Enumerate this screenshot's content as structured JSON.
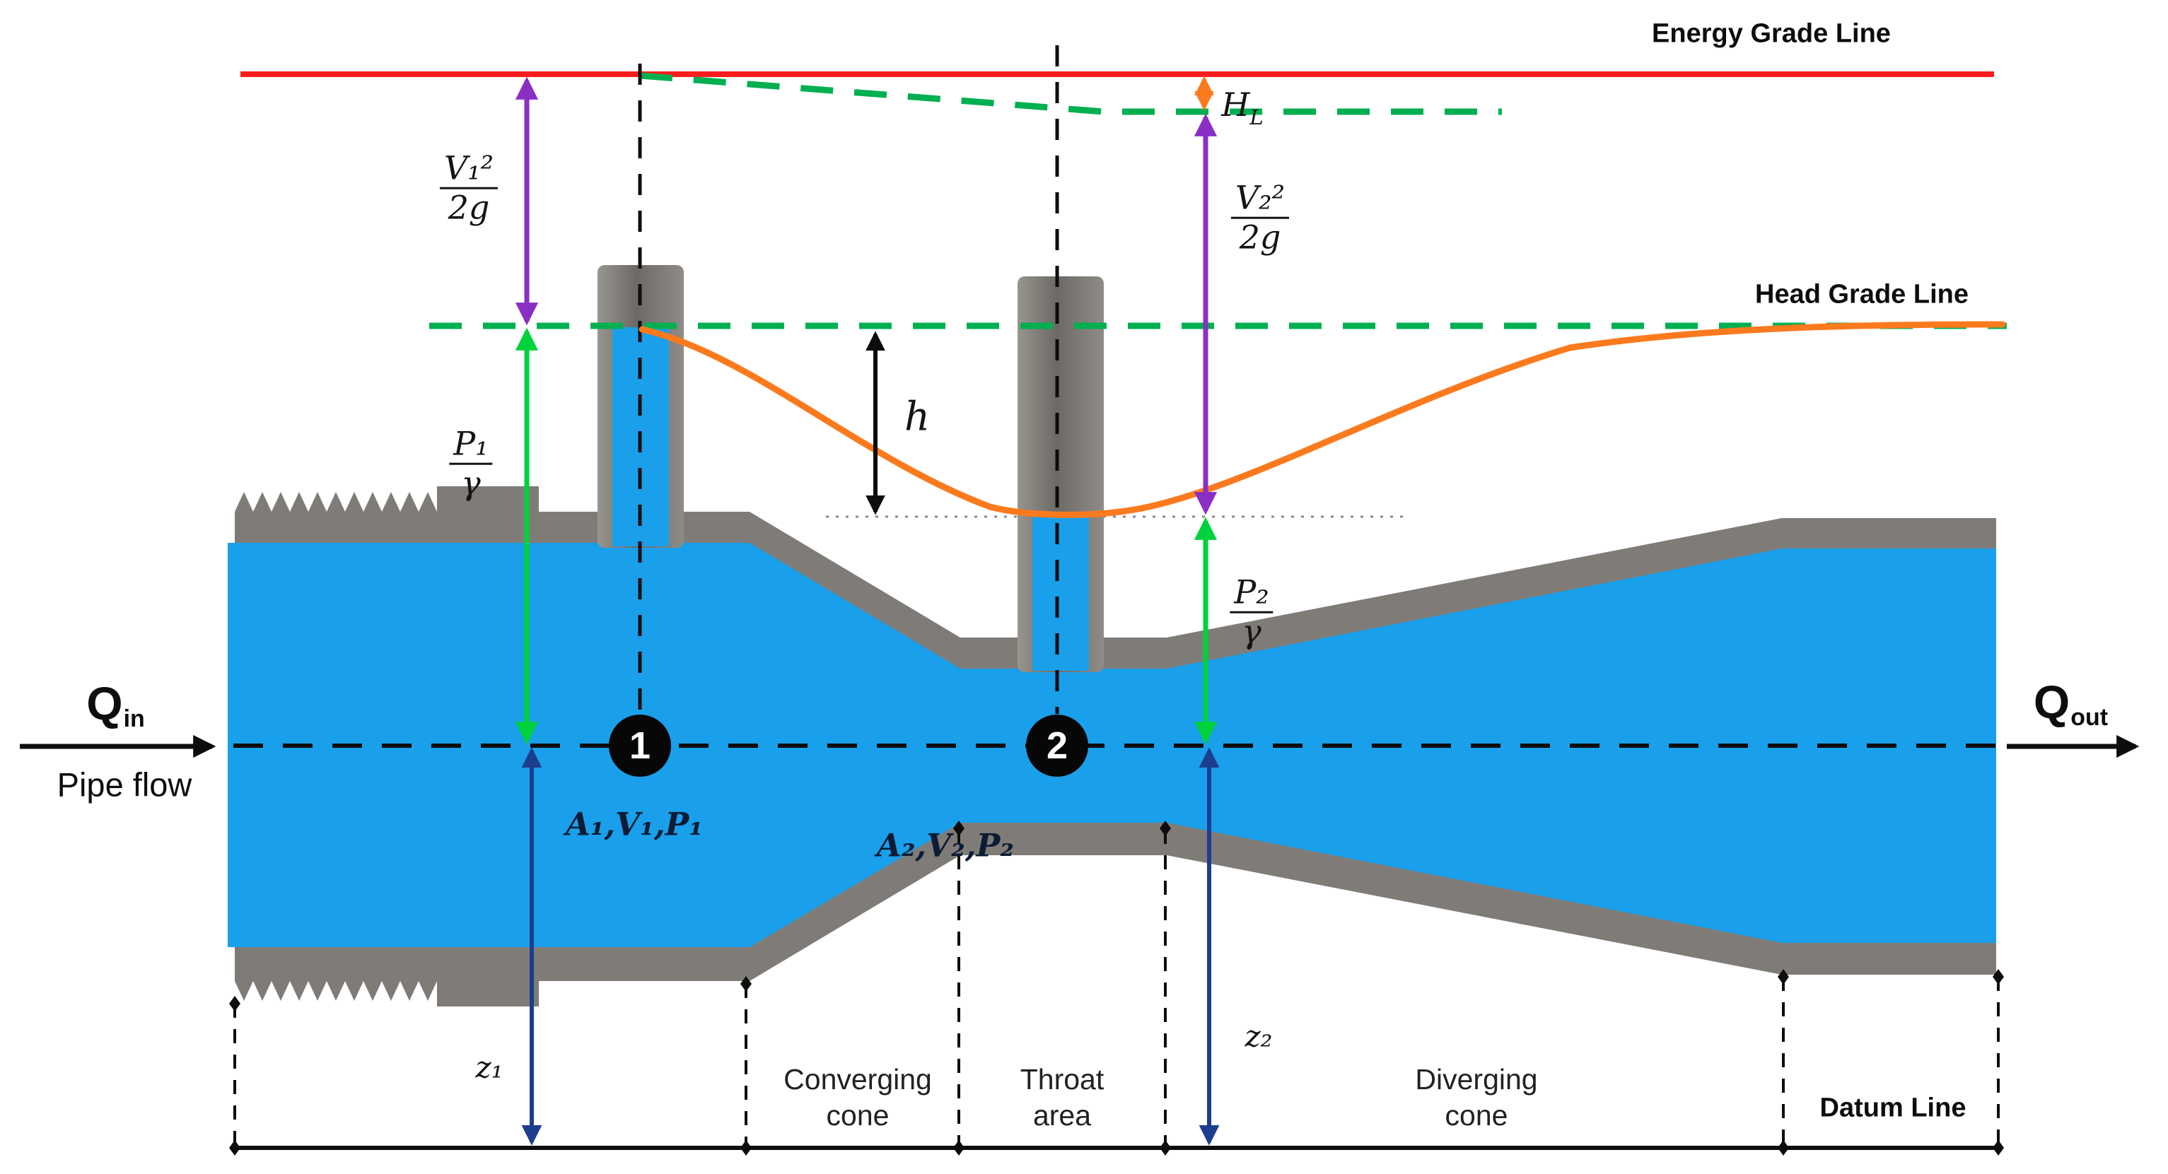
{
  "colors": {
    "egl-red": "#fa1d1d",
    "grade-green": "#00b050",
    "arrow-green": "#00d23c",
    "velocity-purple": "#8a2fc4",
    "elevation-navy": "#1c3e8e",
    "piezo-orange": "#fb7a1e",
    "water-blue": "#1a9fea",
    "pipe-gray": "#7f7c78"
  },
  "grade_lines": {
    "energy": {
      "label": "Energy Grade Line"
    },
    "head": {
      "label": "Head Grade Line"
    },
    "datum": {
      "label": "Datum Line"
    }
  },
  "flow": {
    "inlet": {
      "symbol": "Q",
      "subscript": "in",
      "caption": "Pipe flow"
    },
    "outlet": {
      "symbol": "Q",
      "subscript": "out"
    }
  },
  "stations": {
    "one": {
      "number": "1",
      "properties": "A₁,V₁,P₁"
    },
    "two": {
      "number": "2",
      "properties": "A₂,V₂,P₂"
    }
  },
  "heads": {
    "velocity1": {
      "numerator": "V₁²",
      "denominator": "2g"
    },
    "pressure1": {
      "numerator": "P₁",
      "denominator": "γ"
    },
    "velocity2": {
      "numerator": "V₂²",
      "denominator": "2g"
    },
    "pressure2": {
      "numerator": "P₂",
      "denominator": "γ"
    },
    "loss": {
      "base": "H",
      "subscript": "L"
    },
    "manometer": {
      "label": "h"
    },
    "elevation1": {
      "label": "z₁"
    },
    "elevation2": {
      "label": "z₂"
    }
  },
  "sections": {
    "converging": {
      "line1": "Converging",
      "line2": "cone"
    },
    "throat": {
      "line1": "Throat",
      "line2": "area"
    },
    "diverging": {
      "line1": "Diverging",
      "line2": "cone"
    }
  }
}
